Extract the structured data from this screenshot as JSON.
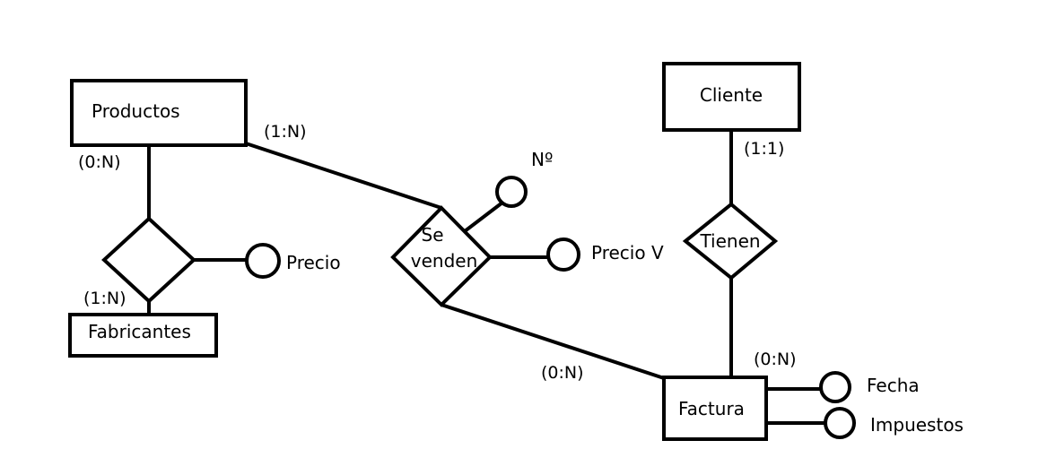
{
  "entities": {
    "productos": "Productos",
    "fabricantes": "Fabricantes",
    "cliente": "Cliente",
    "factura": "Factura"
  },
  "relationships": {
    "fabrica": "",
    "se_venden_line1": "Se",
    "se_venden_line2": "venden",
    "tienen": "Tienen"
  },
  "attributes": {
    "precio": "Precio",
    "numero": "Nº",
    "precio_v": "Precio V",
    "fecha": "Fecha",
    "impuestos": "Impuestos"
  },
  "cardinalities": {
    "productos_se_venden": "(1:N)",
    "productos_fabricantes": "(0:N)",
    "fabricantes": "(1:N)",
    "cliente": "(1:1)",
    "factura_tienen": "(0:N)",
    "factura_se_venden": "(0:N)"
  },
  "colors": {
    "stroke": "#000000",
    "background": "#ffffff"
  }
}
